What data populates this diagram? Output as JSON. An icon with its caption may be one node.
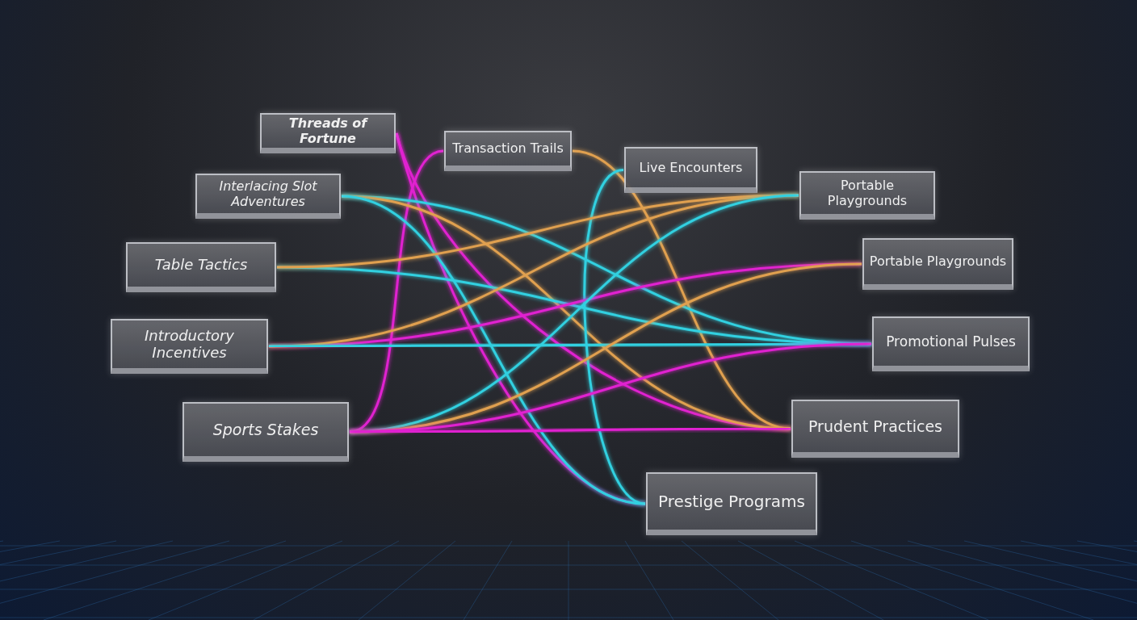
{
  "diagram": {
    "nodes": [
      {
        "text": [
          "Threads of Fortune"
        ]
      },
      {
        "text": [
          "Transaction Trails"
        ]
      },
      {
        "text": [
          "Interlacing Slot Adventures"
        ]
      },
      {
        "text": [
          "Live Encounters"
        ]
      },
      {
        "text": [
          "Portable Playgrounds"
        ]
      },
      {
        "text": [
          "Table Tactics"
        ]
      },
      {
        "text": [
          "Portable Playgrounds"
        ]
      },
      {
        "text": [
          "Introductory Incentives"
        ]
      },
      {
        "text": [
          "Promotional Pulses"
        ]
      },
      {
        "text": [
          "Sports Stakes"
        ]
      },
      {
        "text": [
          "Prudent Practices"
        ]
      },
      {
        "text": [
          "Prestige Programs"
        ]
      }
    ],
    "edges": [
      {
        "from": 0,
        "to": 10,
        "arrow": "none",
        "color": "#e020d0"
      },
      {
        "from": 0,
        "to": 11,
        "arrow": "none",
        "color": "#e020d0"
      },
      {
        "from": 1,
        "to": 9,
        "arrow": "none",
        "color": "#e020d0"
      },
      {
        "from": 1,
        "to": 10,
        "arrow": "none",
        "color": "#e0a050"
      },
      {
        "from": 2,
        "to": 8,
        "arrow": "none",
        "color": "#30d0e0"
      },
      {
        "from": 2,
        "to": 10,
        "arrow": "none",
        "color": "#e0a050"
      },
      {
        "from": 2,
        "to": 11,
        "arrow": "none",
        "color": "#30d0e0"
      },
      {
        "from": 3,
        "to": 11,
        "arrow": "none",
        "color": "#30d0e0"
      },
      {
        "from": 5,
        "to": 8,
        "arrow": "none",
        "color": "#30d0e0"
      },
      {
        "from": 5,
        "to": 4,
        "arrow": "none",
        "color": "#e0a050"
      },
      {
        "from": 7,
        "to": 6,
        "arrow": "none",
        "color": "#e020d0"
      },
      {
        "from": 7,
        "to": 4,
        "arrow": "none",
        "color": "#e0a050"
      },
      {
        "from": 7,
        "to": 8,
        "arrow": "none",
        "color": "#30d0e0"
      },
      {
        "from": 9,
        "to": 4,
        "arrow": "none",
        "color": "#30d0e0"
      },
      {
        "from": 9,
        "to": 6,
        "arrow": "none",
        "color": "#e0a050"
      },
      {
        "from": 9,
        "to": 10,
        "arrow": "none",
        "color": "#e020d0"
      },
      {
        "from": 9,
        "to": 8,
        "arrow": "none",
        "color": "#e020d0"
      }
    ]
  }
}
